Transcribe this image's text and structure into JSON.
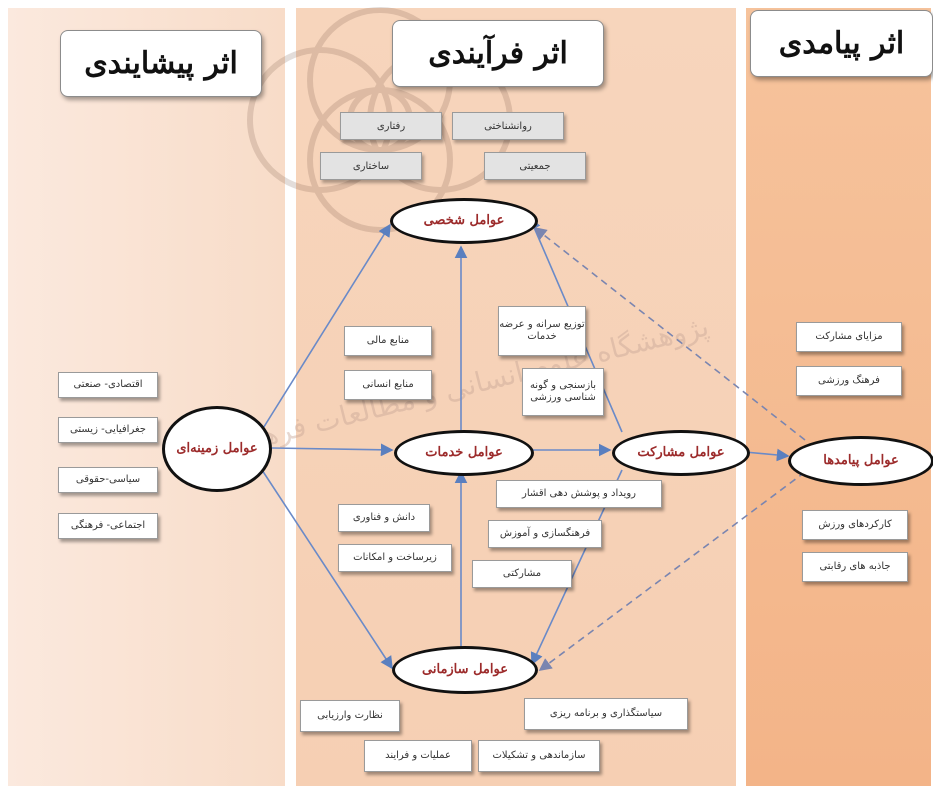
{
  "columns": {
    "antecedent": "اثر پیشایندی",
    "process": "اثر فرآیندی",
    "consequent": "اثر پیامدی"
  },
  "watermark_text": "پژوهشگاه علوم انسانی و مطالعات فرهنگی",
  "contextual": {
    "title": "عوامل زمینه‌ای",
    "items": [
      "اقتصادی- صنعتی",
      "جغرافیایی- زیستی",
      "سیاسی-حقوقی",
      "اجتماعی- فرهنگی"
    ]
  },
  "personal": {
    "title": "عوامل شخصی",
    "items": [
      "رفتاری",
      "روانشناختی",
      "ساختاری",
      "جمعیتی"
    ]
  },
  "services": {
    "title": "عوامل خدمات",
    "items_top": [
      "منابع مالی",
      "منابع انسانی",
      "توزیع سرانه و عرضه خدمات",
      "بازسنجی و گونه شناسی ورزشی"
    ],
    "items_bottom": [
      "دانش و فناوری",
      "زیرساخت و امکانات",
      "رویداد و پوشش دهی اقشار",
      "فرهنگسازی و آموزش",
      "مشارکتی"
    ]
  },
  "organizational": {
    "title": "عوامل سازمانی",
    "items": [
      "نظارت وارزیابی",
      "سیاستگذاری و برنامه ریزی",
      "عملیات و فرایند",
      "سازماندهی و تشکیلات"
    ]
  },
  "participation": {
    "title": "عوامل مشارکت"
  },
  "outcomes": {
    "title": "عوامل پیامدها",
    "items_top": [
      "مزایای مشارکت",
      "فرهنگ ورزشی"
    ],
    "items_bottom": [
      "کارکردهای ورزش",
      "جاذبه های رقابتی"
    ]
  }
}
